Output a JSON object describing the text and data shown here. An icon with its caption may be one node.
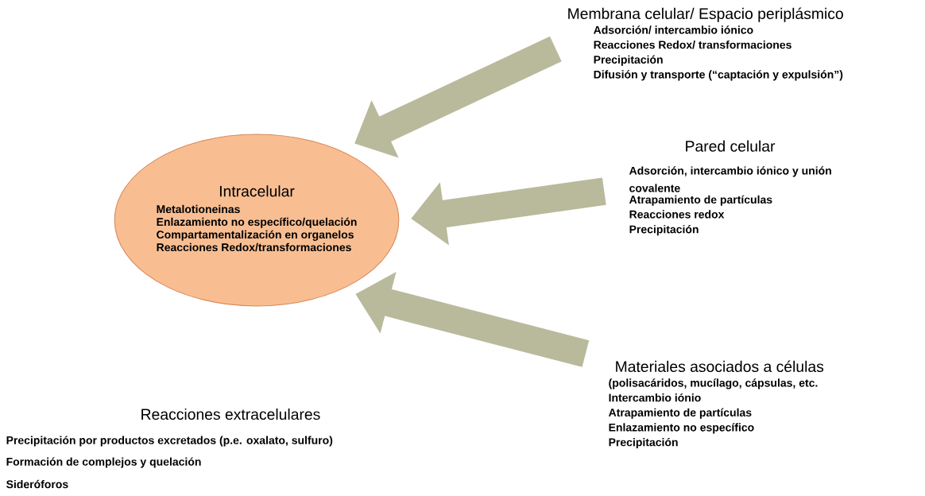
{
  "diagram": {
    "nodes": [
      {
        "text": [
          "Intracelular",
          "Metalotioneinas",
          "Enlazamiento no específico/quelación",
          "Compartamentalización en organelos",
          "Reacciones Redox/transformaciones"
        ]
      },
      {
        "text": [
          "Membrana celular/ Espacio periplásmico",
          "Adsorción/ intercambio iónico",
          "Reacciones Redox/ transformaciones",
          "Precipitación",
          "Difusión y transporte (“captación y expulsión”)"
        ]
      },
      {
        "text": [
          "Pared celular",
          "Adsorción, intercambio iónico y unión covalente",
          "Atrapamiento de partículas",
          "Reacciones redox",
          "Precipitación"
        ]
      },
      {
        "text": [
          "Materiales asociados a células",
          "(polisacáridos, mucílago, cápsulas, etc.",
          "Intercambio iónio",
          "Atrapamiento de partículas",
          "Enlazamiento no específico",
          "Precipitación"
        ]
      }
    ],
    "edges": [
      {
        "from": 1,
        "to": 0,
        "arrow": "to"
      },
      {
        "from": 2,
        "to": 0,
        "arrow": "to"
      },
      {
        "from": 3,
        "to": 0,
        "arrow": "to"
      }
    ],
    "labels": [
      "Reacciones extracelulares",
      "Precipitación por productos excretados (p.e. oxalato, sulfuro)",
      "Formación de complejos y quelación",
      "Sideróforos"
    ]
  }
}
